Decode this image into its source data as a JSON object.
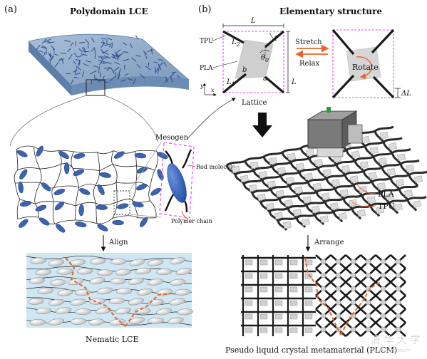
{
  "panel_a": {
    "letter": "(a)",
    "title": "Polydomain LCE",
    "mesogen_label": "Mesogen",
    "rod_label": "Rod molecule",
    "chain_label": "Polymer chain",
    "step_label": "Align",
    "caption": "Nematic LCE"
  },
  "panel_b": {
    "letter": "(b)",
    "title": "Elementary structure",
    "tpu": "TPU",
    "pla": "PLA",
    "sym_L": "L",
    "sym_L1": "L",
    "sub_1": "1",
    "sym_L2": "L",
    "sub_2": "2",
    "sym_b": "b",
    "sym_a": "a",
    "sym_theta": "θ",
    "sub_0": "0",
    "sym_t": "t",
    "axis_y": "y",
    "axis_x": "x",
    "lattice_label": "Lattice",
    "stretch": "Stretch",
    "relax": "Relax",
    "rotate": "Rotate",
    "delta_L": "ΔL",
    "pla_label": "PLA",
    "tpu_label": "TPU",
    "step_label": "Arrange",
    "caption": "Pseudo liquid crystal metamaterial (PLCM)"
  },
  "watermark": "清 华 大 学",
  "watermark_sub": "TSINGHUA UNIVERSITY",
  "colors": {
    "blue_mesogen": "#3a63b0",
    "lce_sheet": "#8fa9c8",
    "nematic_bg": "#cfe6f3",
    "orange_dash": "#e8632b",
    "magenta_box": "#e64ce6",
    "frame_black": "#1a1a1a"
  }
}
